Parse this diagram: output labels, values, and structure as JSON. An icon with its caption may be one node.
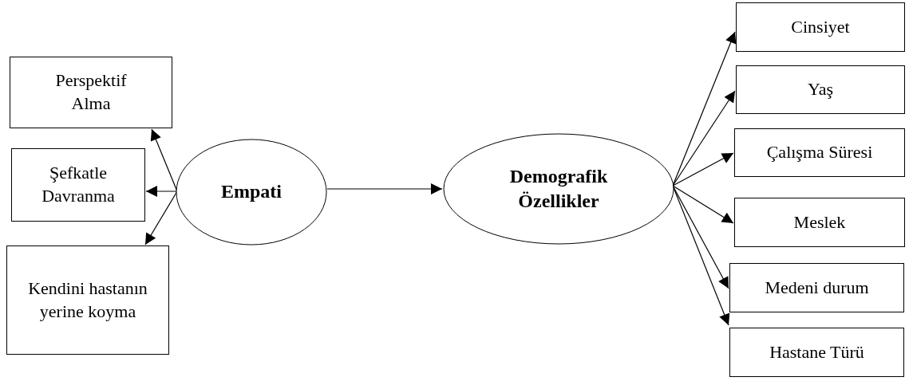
{
  "diagram": {
    "nodes": [
      {
        "text": [
          "Perspektif Alma"
        ]
      },
      {
        "text": [
          "Şefkatle Davranma"
        ]
      },
      {
        "text": [
          "Kendini hastanın yerine koyma"
        ]
      },
      {
        "text": [
          "Empati"
        ]
      },
      {
        "text": [
          "Demografik Özellikler"
        ]
      },
      {
        "text": [
          "Cinsiyet"
        ]
      },
      {
        "text": [
          "Yaş"
        ]
      },
      {
        "text": [
          "Çalışma Süresi"
        ]
      },
      {
        "text": [
          "Meslek"
        ]
      },
      {
        "text": [
          "Medeni durum"
        ]
      },
      {
        "text": [
          "Hastane Türü"
        ]
      }
    ],
    "edges": [
      {
        "from": 3,
        "to": 0,
        "arrow": "to"
      },
      {
        "from": 3,
        "to": 1,
        "arrow": "to"
      },
      {
        "from": 3,
        "to": 2,
        "arrow": "to"
      },
      {
        "from": 3,
        "to": 4,
        "arrow": "to"
      },
      {
        "from": 4,
        "to": 5,
        "arrow": "to"
      },
      {
        "from": 4,
        "to": 6,
        "arrow": "to"
      },
      {
        "from": 4,
        "to": 7,
        "arrow": "to"
      },
      {
        "from": 4,
        "to": 8,
        "arrow": "to"
      },
      {
        "from": 4,
        "to": 9,
        "arrow": "to"
      },
      {
        "from": 4,
        "to": 10,
        "arrow": "to"
      }
    ]
  }
}
